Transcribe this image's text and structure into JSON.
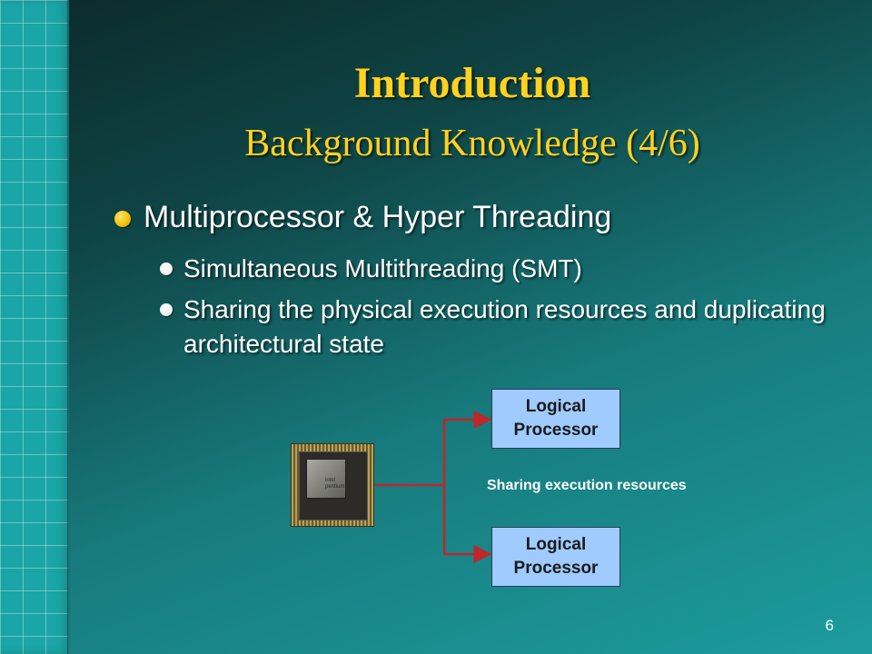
{
  "slide": {
    "title": "Introduction",
    "subtitle": "Background Knowledge (4/6)",
    "bullets": {
      "main": "Multiprocessor & Hyper Threading",
      "sub1": "Simultaneous Multithreading (SMT)",
      "sub2": "Sharing the physical execution resources and duplicating architectural state"
    },
    "diagram": {
      "top_box": "Logical\nProcessor",
      "bottom_box": "Logical\nProcessor",
      "center_label": "Sharing execution resources",
      "chip_text": "intel pentium"
    },
    "page_number": "6"
  },
  "colors": {
    "title": "#ffd21f",
    "box_fill": "#9fcbff",
    "arrow": "#c0262a"
  }
}
